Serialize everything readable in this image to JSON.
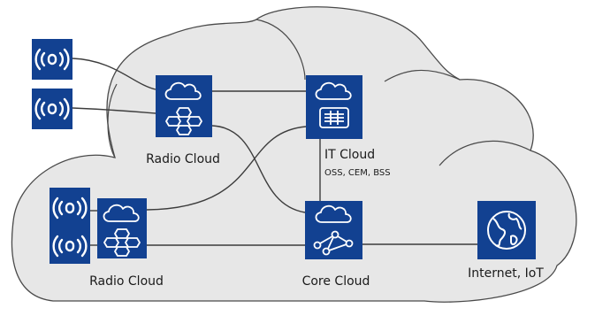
{
  "colors": {
    "cloud_fill": "#e7e7e7",
    "cloud_stroke": "#4a4a4a",
    "node_fill": "#124191",
    "icon_stroke": "#ffffff",
    "link": "#3c3c3c"
  },
  "nodes": {
    "radio_cloud_top": {
      "label": "Radio Cloud",
      "icon": "cloud-network-icon"
    },
    "it_cloud": {
      "label": "IT Cloud",
      "sublabel": "OSS, CEM, BSS",
      "icon": "cloud-server-icon"
    },
    "radio_cloud_bottom": {
      "label": "Radio Cloud",
      "icon": "cloud-network-icon"
    },
    "core_cloud": {
      "label": "Core Cloud",
      "icon": "cloud-graph-icon"
    },
    "internet": {
      "label": "Internet, IoT",
      "icon": "globe-icon"
    }
  },
  "antennas": {
    "count": 4,
    "icon": "radio-antenna-icon"
  }
}
